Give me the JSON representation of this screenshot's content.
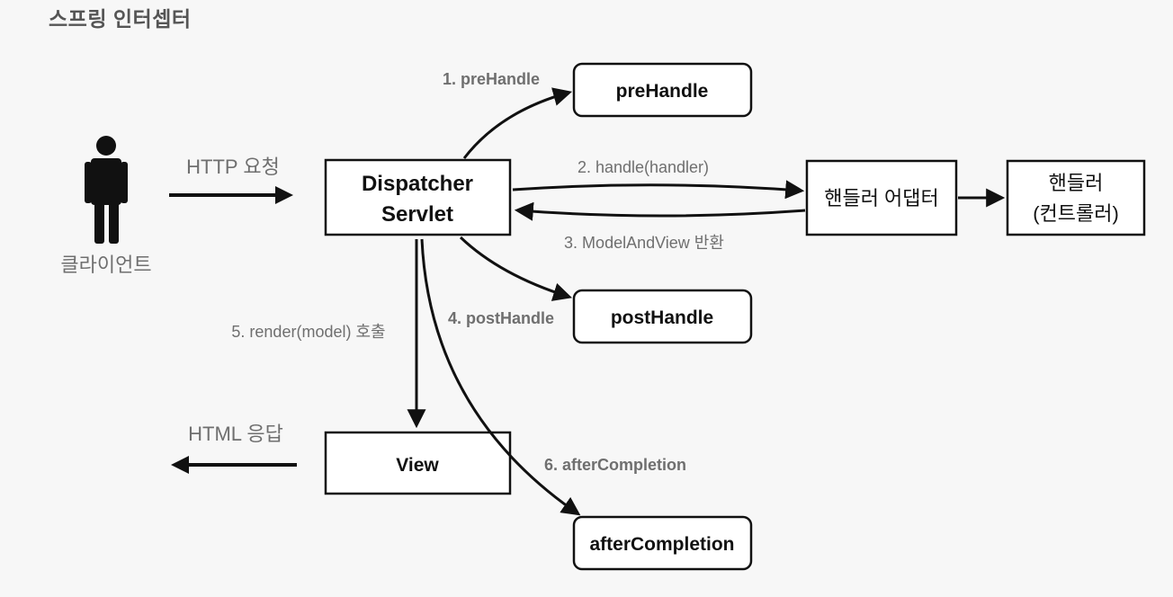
{
  "title": "스프링 인터셉터",
  "actors": {
    "client": "클라이언트"
  },
  "boxes": {
    "dispatcher_line1": "Dispatcher",
    "dispatcher_line2": "Servlet",
    "prehandle": "preHandle",
    "handler_adapter": "핸들러 어댑터",
    "handler_line1": "핸들러",
    "handler_line2": "(컨트롤러)",
    "posthandle": "postHandle",
    "view": "View",
    "aftercompletion": "afterCompletion"
  },
  "labels": {
    "http_request": "HTTP 요청",
    "html_response": "HTML 응답",
    "step1": "1. preHandle",
    "step2": "2. handle(handler)",
    "step3": "3. ModelAndView 반환",
    "step4": "4. postHandle",
    "step5": "5. render(model) 호출",
    "step6": "6. afterCompletion"
  }
}
